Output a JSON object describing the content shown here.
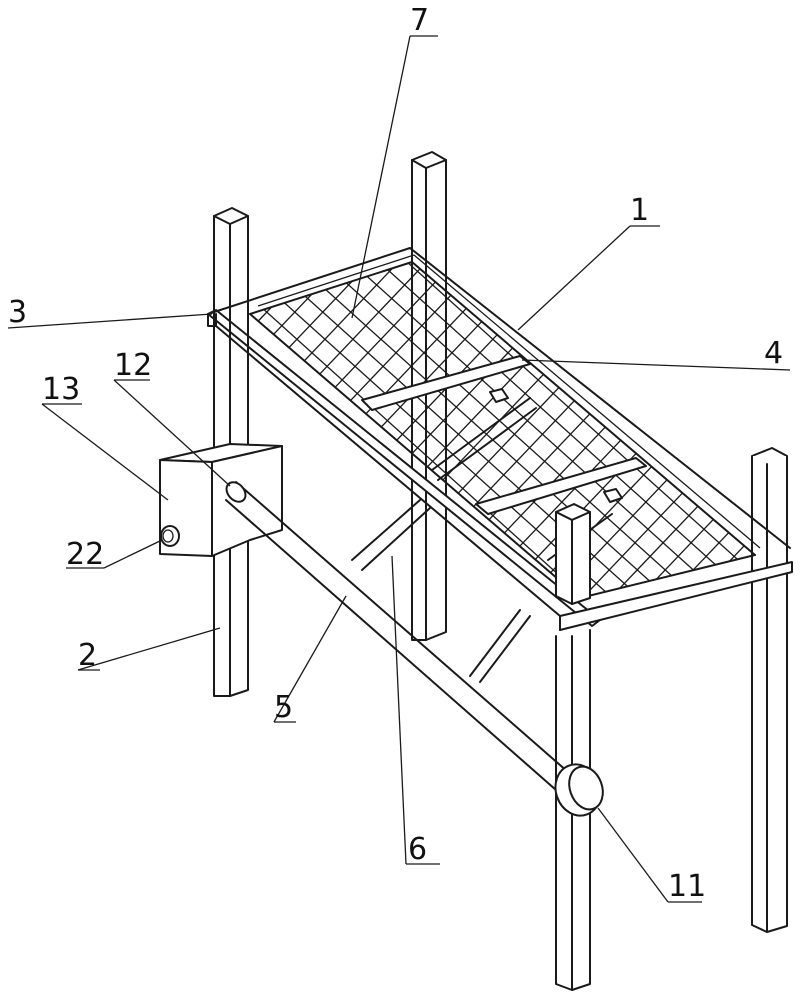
{
  "callouts": [
    {
      "id": "c7",
      "text": "7"
    },
    {
      "id": "c1",
      "text": "1"
    },
    {
      "id": "c3",
      "text": "3"
    },
    {
      "id": "c4",
      "text": "4"
    },
    {
      "id": "c12",
      "text": "12"
    },
    {
      "id": "c13",
      "text": "13"
    },
    {
      "id": "c22",
      "text": "22"
    },
    {
      "id": "c2",
      "text": "2"
    },
    {
      "id": "c5",
      "text": "5"
    },
    {
      "id": "c6",
      "text": "6"
    },
    {
      "id": "c11",
      "text": "11"
    }
  ]
}
